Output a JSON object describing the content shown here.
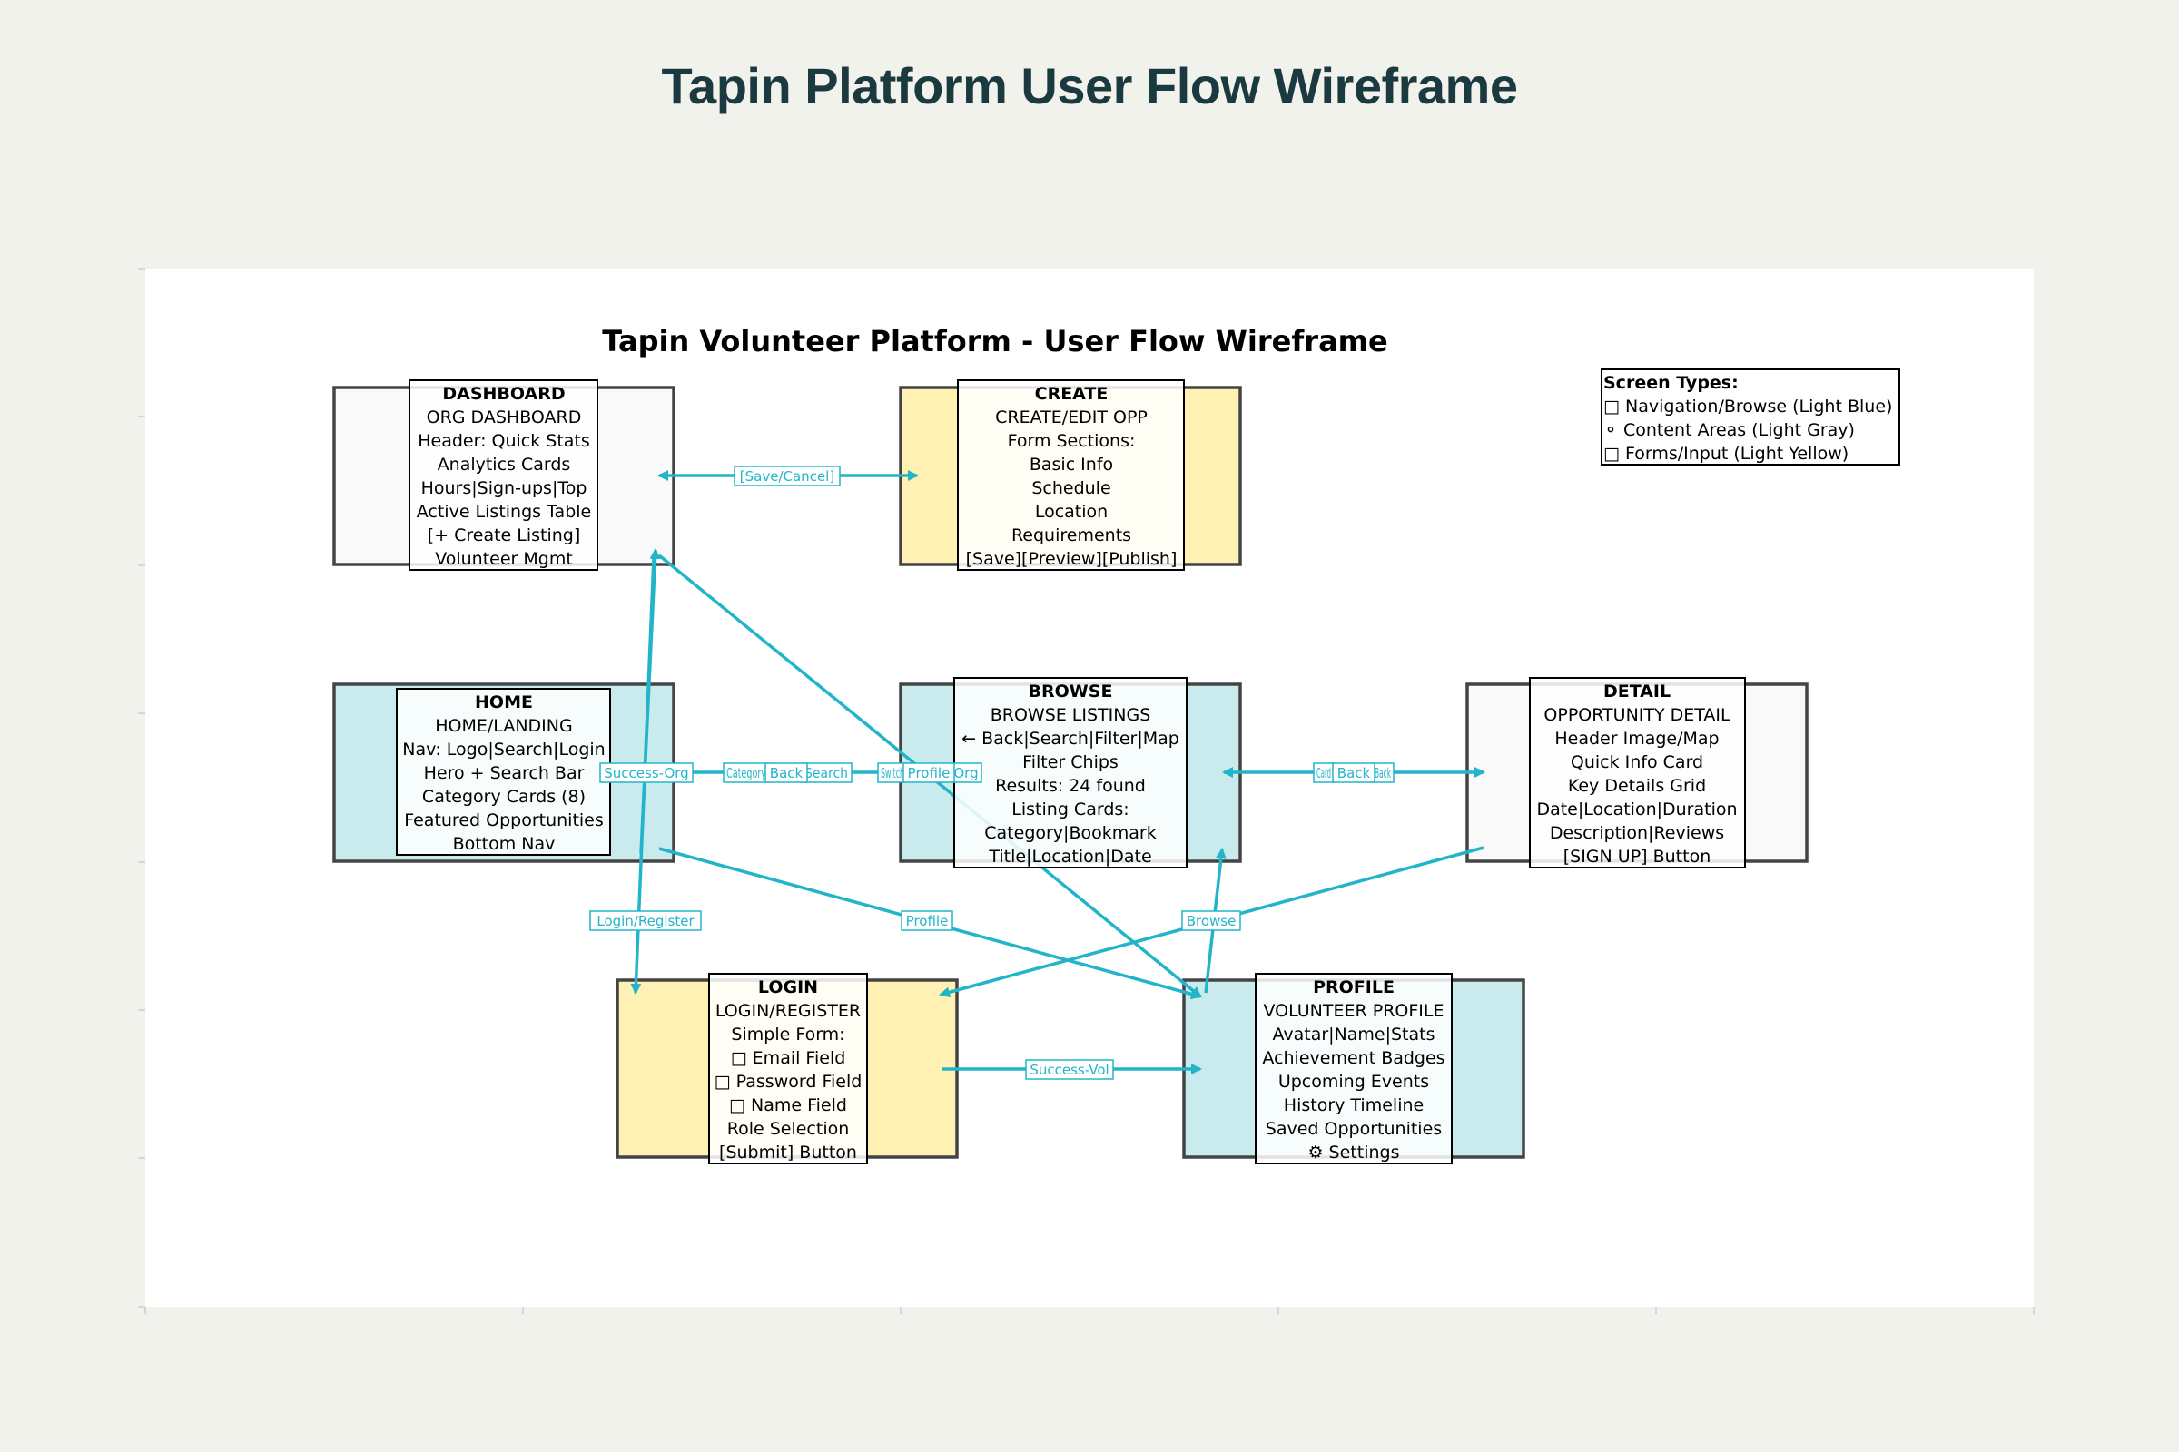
{
  "page_title": "Tapin Platform User Flow Wireframe",
  "diagram": {
    "title": "Tapin Volunteer Platform - User Flow Wireframe",
    "colors": {
      "panel": "#ffffff",
      "background": "#f2f2ec",
      "nav_blue": "#c9ebee",
      "content_gray": "#f9f9f9",
      "form_yellow": "#fff0b3",
      "arrow": "#22b5c9",
      "border": "#444444"
    },
    "legend": {
      "title": "Screen Types:",
      "items": [
        {
          "icon": "□",
          "label": "Navigation/Browse (Light Blue)"
        },
        {
          "icon": "⚬",
          "label": "Content Areas (Light Gray)"
        },
        {
          "icon": "□",
          "label": "Forms/Input (Light Yellow)"
        }
      ]
    },
    "screens": [
      {
        "id": "dashboard",
        "type": "content",
        "title": "DASHBOARD",
        "lines": [
          "ORG DASHBOARD",
          "Header: Quick Stats",
          "Analytics Cards",
          "Hours|Sign-ups|Top",
          "Active Listings Table",
          "[+ Create Listing]",
          "Volunteer Mgmt"
        ]
      },
      {
        "id": "create",
        "type": "form",
        "title": "CREATE",
        "lines": [
          "CREATE/EDIT OPP",
          "Form Sections:",
          "Basic Info",
          "Schedule",
          "Location",
          "Requirements",
          "[Save][Preview][Publish]"
        ]
      },
      {
        "id": "home",
        "type": "nav",
        "title": "HOME",
        "lines": [
          "HOME/LANDING",
          "Nav: Logo|Search|Login",
          "Hero + Search Bar",
          "Category Cards (8)",
          "Featured Opportunities",
          "Bottom Nav"
        ]
      },
      {
        "id": "browse",
        "type": "nav",
        "title": "BROWSE",
        "lines": [
          "BROWSE LISTINGS",
          "← Back|Search|Filter|Map",
          "Filter Chips",
          "Results: 24 found",
          "Listing Cards:",
          "Category|Bookmark",
          "Title|Location|Date"
        ]
      },
      {
        "id": "detail",
        "type": "content",
        "title": "DETAIL",
        "lines": [
          "OPPORTUNITY DETAIL",
          "Header Image/Map",
          "Quick Info Card",
          "Key Details Grid",
          "Date|Location|Duration",
          "Description|Reviews",
          "[SIGN UP] Button"
        ]
      },
      {
        "id": "login",
        "type": "form",
        "title": "LOGIN",
        "lines": [
          "LOGIN/REGISTER",
          "Simple Form:",
          "□ Email Field",
          "□ Password Field",
          "□ Name Field",
          "Role Selection",
          "[Submit] Button"
        ]
      },
      {
        "id": "profile",
        "type": "nav",
        "title": "PROFILE",
        "lines": [
          "VOLUNTEER PROFILE",
          "Avatar|Name|Stats",
          "Achievement Badges",
          "Upcoming Events",
          "History Timeline",
          "Saved Opportunities",
          "⚙ Settings"
        ]
      }
    ],
    "edges": [
      {
        "from": "dashboard",
        "to": "create",
        "label": "[Save/Cancel]"
      },
      {
        "from": "home",
        "to": "dashboard",
        "label": "Success-Org"
      },
      {
        "from": "home",
        "to": "browse",
        "label": "Category"
      },
      {
        "from": "home",
        "to": "browse",
        "label": "Back"
      },
      {
        "from": "home",
        "to": "browse",
        "label": "Search"
      },
      {
        "from": "home",
        "to": "browse",
        "label": "Switch"
      },
      {
        "from": "home",
        "to": "browse",
        "label": "Profile"
      },
      {
        "from": "home",
        "to": "browse",
        "label": "Org"
      },
      {
        "from": "browse",
        "to": "detail",
        "label": "Card"
      },
      {
        "from": "browse",
        "to": "detail",
        "label": "Back"
      },
      {
        "from": "browse",
        "to": "detail",
        "label": "Back"
      },
      {
        "from": "home",
        "to": "login",
        "label": "Login/Register"
      },
      {
        "from": "home",
        "to": "profile",
        "label": "Profile"
      },
      {
        "from": "profile",
        "to": "browse",
        "label": "Browse"
      },
      {
        "from": "login",
        "to": "profile",
        "label": "Success-Vol"
      },
      {
        "from": "dashboard",
        "to": "profile",
        "label": ""
      },
      {
        "from": "detail",
        "to": "login",
        "label": ""
      }
    ]
  }
}
